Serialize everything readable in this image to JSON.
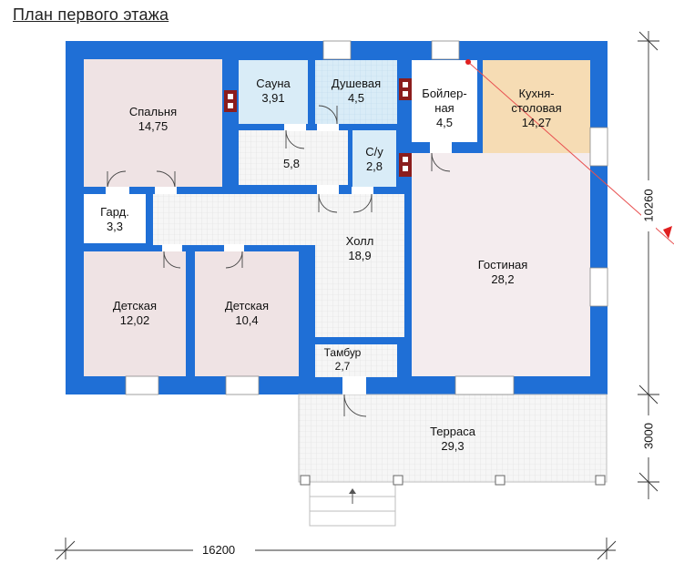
{
  "title": "План первого этажа",
  "rooms": [
    {
      "id": "bedroom",
      "name": "Спальня",
      "area": "14,75"
    },
    {
      "id": "sauna",
      "name": "Сауна",
      "area": "3,91"
    },
    {
      "id": "shower",
      "name": "Душевая",
      "area": "4,5"
    },
    {
      "id": "boiler",
      "name_line1": "Бойлер-",
      "name_line2": "ная",
      "area": "4,5"
    },
    {
      "id": "kitchen",
      "name_line1": "Кухня-",
      "name_line2": "столовая",
      "area": "14,27"
    },
    {
      "id": "corridor",
      "area": "5,8"
    },
    {
      "id": "wc",
      "name": "С/у",
      "area": "2,8"
    },
    {
      "id": "wardrobe",
      "name": "Гард.",
      "area": "3,3"
    },
    {
      "id": "hall",
      "name": "Холл",
      "area": "18,9"
    },
    {
      "id": "living",
      "name": "Гостиная",
      "area": "28,2"
    },
    {
      "id": "kids1",
      "name": "Детская",
      "area": "12,02"
    },
    {
      "id": "kids2",
      "name": "Детская",
      "area": "10,4"
    },
    {
      "id": "vestibule",
      "name": "Тамбур",
      "area": "2,7"
    },
    {
      "id": "terrace",
      "name": "Терраса",
      "area": "29,3"
    }
  ],
  "dimensions": {
    "width": "16200",
    "height_main": "10260",
    "height_terrace": "3000"
  },
  "colors": {
    "wall": "#1f6fd6",
    "bedroom": "#efe3e4",
    "wet": "#d9ecf7",
    "kitchen": "#f6dcb4",
    "tile": "#f5f5f5",
    "living": "#f4ecee"
  }
}
